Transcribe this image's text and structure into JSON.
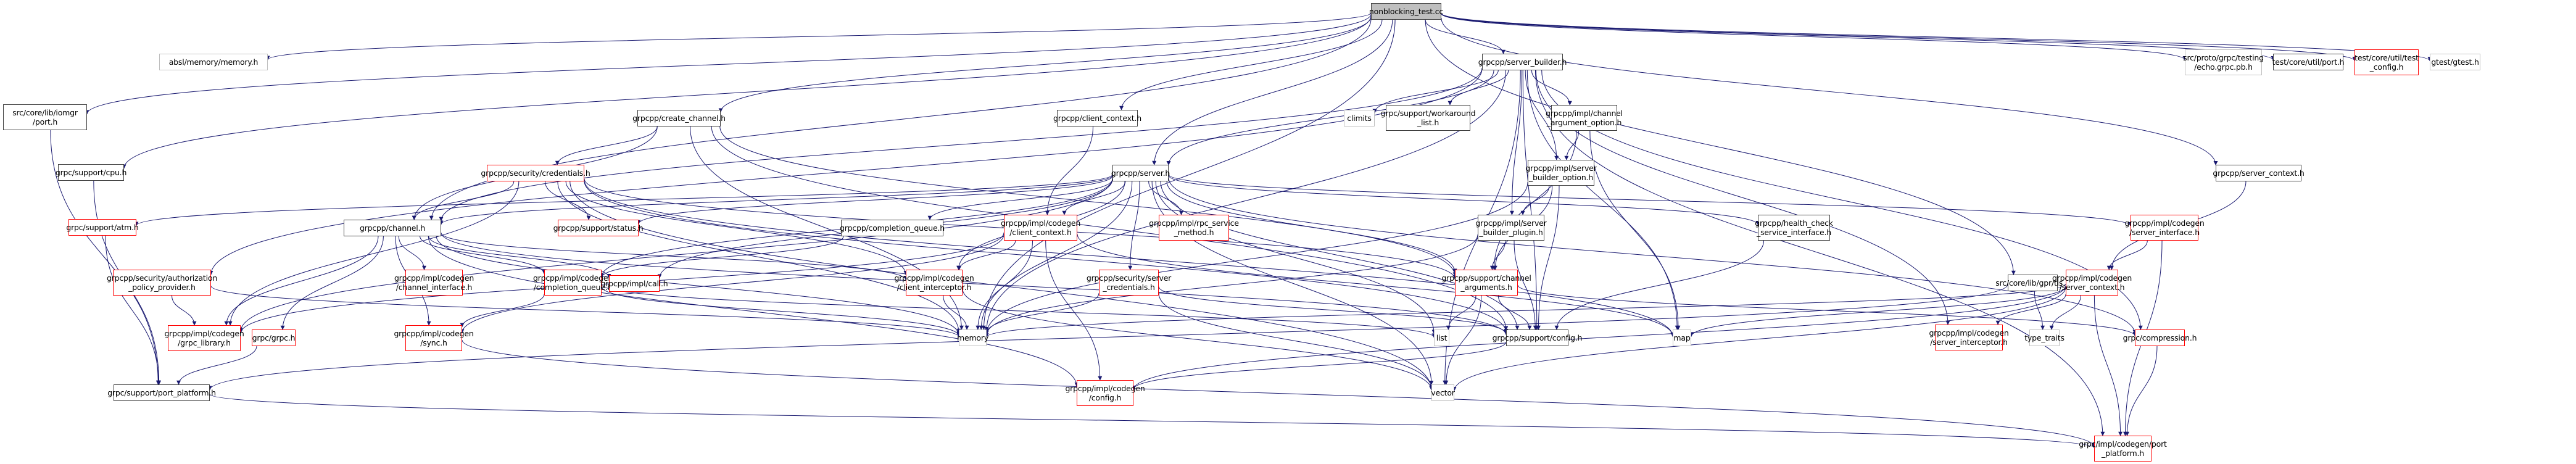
{
  "diagram": {
    "title": "nonblocking_test.cc",
    "edge_color": "#191970",
    "legend_styles": {
      "root": {
        "fill": "#bfbfbf",
        "border": "#404040"
      },
      "documented": {
        "fill": "#ffffff",
        "border": "#404040"
      },
      "truncated": {
        "fill": "#ffffff",
        "border": "#ff0000"
      },
      "undocumented": {
        "fill": "#ffffff",
        "border": "#bfbfbf"
      }
    },
    "nodes": [
      {
        "id": "root",
        "label": "nonblocking_test.cc",
        "kind": "root"
      },
      {
        "id": "absl_memory",
        "label": "absl/memory/memory.h",
        "kind": "missing"
      },
      {
        "id": "iomgr_port",
        "label": "src/core/lib/iomgr\n/port.h",
        "kind": "doc"
      },
      {
        "id": "create_channel",
        "label": "grpcpp/create_channel.h",
        "kind": "doc"
      },
      {
        "id": "client_context",
        "label": "grpcpp/client_context.h",
        "kind": "doc"
      },
      {
        "id": "server_builder",
        "label": "grpcpp/server_builder.h",
        "kind": "doc"
      },
      {
        "id": "echo_pb",
        "label": "src/proto/grpc/testing\n/echo.grpc.pb.h",
        "kind": "missing"
      },
      {
        "id": "test_port",
        "label": "test/core/util/port.h",
        "kind": "doc"
      },
      {
        "id": "test_config",
        "label": "test/core/util/test\n_config.h",
        "kind": "trunc"
      },
      {
        "id": "gtest",
        "label": "gtest/gtest.h",
        "kind": "missing"
      },
      {
        "id": "climits",
        "label": "climits",
        "kind": "missing"
      },
      {
        "id": "workaround_list",
        "label": "grpc/support/workaround\n_list.h",
        "kind": "doc"
      },
      {
        "id": "channel_argument_option",
        "label": "grpcpp/impl/channel\n_argument_option.h",
        "kind": "doc"
      },
      {
        "id": "cpu",
        "label": "grpc/support/cpu.h",
        "kind": "doc"
      },
      {
        "id": "credentials",
        "label": "grpcpp/security/credentials.h",
        "kind": "trunc"
      },
      {
        "id": "server",
        "label": "grpcpp/server.h",
        "kind": "doc"
      },
      {
        "id": "server_builder_option",
        "label": "grpcpp/impl/server\n_builder_option.h",
        "kind": "doc"
      },
      {
        "id": "server_context",
        "label": "grpcpp/server_context.h",
        "kind": "doc"
      },
      {
        "id": "atm",
        "label": "grpc/support/atm.h",
        "kind": "trunc"
      },
      {
        "id": "channel",
        "label": "grpcpp/channel.h",
        "kind": "doc"
      },
      {
        "id": "status",
        "label": "grpcpp/support/status.h",
        "kind": "trunc"
      },
      {
        "id": "completion_queue",
        "label": "grpcpp/completion_queue.h",
        "kind": "doc"
      },
      {
        "id": "codegen_client_context",
        "label": "grpcpp/impl/codegen\n/client_context.h",
        "kind": "trunc"
      },
      {
        "id": "rpc_service_method",
        "label": "grpcpp/impl/rpc_service\n_method.h",
        "kind": "trunc"
      },
      {
        "id": "server_builder_plugin",
        "label": "grpcpp/impl/server\n_builder_plugin.h",
        "kind": "doc"
      },
      {
        "id": "health_check",
        "label": "grpcpp/health_check\n_service_interface.h",
        "kind": "doc"
      },
      {
        "id": "server_interface",
        "label": "grpcpp/impl/codegen\n/server_interface.h",
        "kind": "trunc"
      },
      {
        "id": "authz_policy",
        "label": "grpcpp/security/authorization\n_policy_provider.h",
        "kind": "trunc"
      },
      {
        "id": "channel_interface",
        "label": "grpcpp/impl/codegen\n/channel_interface.h",
        "kind": "trunc"
      },
      {
        "id": "codegen_completion_queue",
        "label": "grpcpp/impl/codegen\n/completion_queue.h",
        "kind": "trunc"
      },
      {
        "id": "call",
        "label": "grpcpp/impl/call.h",
        "kind": "trunc"
      },
      {
        "id": "client_interceptor",
        "label": "grpcpp/impl/codegen\n/client_interceptor.h",
        "kind": "trunc"
      },
      {
        "id": "server_credentials",
        "label": "grpcpp/security/server\n_credentials.h",
        "kind": "trunc"
      },
      {
        "id": "channel_arguments",
        "label": "grpcpp/support/channel\n_arguments.h",
        "kind": "trunc"
      },
      {
        "id": "gpr_tls",
        "label": "src/core/lib/gpr/tls.h",
        "kind": "doc"
      },
      {
        "id": "codegen_server_context",
        "label": "grpcpp/impl/codegen\n/server_context.h",
        "kind": "trunc"
      },
      {
        "id": "grpc_library",
        "label": "grpcpp/impl/codegen\n/grpc_library.h",
        "kind": "trunc"
      },
      {
        "id": "grpc_h",
        "label": "grpc/grpc.h",
        "kind": "trunc"
      },
      {
        "id": "sync",
        "label": "grpcpp/impl/codegen\n/sync.h",
        "kind": "trunc"
      },
      {
        "id": "memory",
        "label": "memory",
        "kind": "missing"
      },
      {
        "id": "list",
        "label": "list",
        "kind": "missing"
      },
      {
        "id": "support_config",
        "label": "grpcpp/support/config.h",
        "kind": "doc"
      },
      {
        "id": "map",
        "label": "map",
        "kind": "missing"
      },
      {
        "id": "server_interceptor",
        "label": "grpcpp/impl/codegen\n/server_interceptor.h",
        "kind": "trunc"
      },
      {
        "id": "type_traits",
        "label": "type_traits",
        "kind": "missing"
      },
      {
        "id": "compression",
        "label": "grpc/compression.h",
        "kind": "trunc"
      },
      {
        "id": "port_platform",
        "label": "grpc/support/port_platform.h",
        "kind": "doc"
      },
      {
        "id": "codegen_config",
        "label": "grpcpp/impl/codegen\n/config.h",
        "kind": "trunc"
      },
      {
        "id": "vector",
        "label": "vector",
        "kind": "missing"
      },
      {
        "id": "codegen_port_platform",
        "label": "grpc/impl/codegen/port\n_platform.h",
        "kind": "trunc"
      }
    ],
    "edges": [
      [
        "root",
        "iomgr_port"
      ],
      [
        "root",
        "absl_memory"
      ],
      [
        "root",
        "create_channel"
      ],
      [
        "root",
        "client_context"
      ],
      [
        "root",
        "server_builder"
      ],
      [
        "root",
        "echo_pb"
      ],
      [
        "root",
        "test_port"
      ],
      [
        "root",
        "test_config"
      ],
      [
        "root",
        "gtest"
      ],
      [
        "root",
        "channel"
      ],
      [
        "root",
        "server"
      ],
      [
        "root",
        "memory"
      ],
      [
        "root",
        "cpu"
      ],
      [
        "root",
        "gpr_tls"
      ],
      [
        "root",
        "server_context"
      ],
      [
        "iomgr_port",
        "port_platform"
      ],
      [
        "cpu",
        "port_platform"
      ],
      [
        "atm",
        "port_platform"
      ],
      [
        "create_channel",
        "credentials"
      ],
      [
        "create_channel",
        "channel"
      ],
      [
        "create_channel",
        "memory"
      ],
      [
        "create_channel",
        "channel_arguments"
      ],
      [
        "create_channel",
        "support_config"
      ],
      [
        "client_context",
        "codegen_client_context"
      ],
      [
        "server_builder",
        "climits"
      ],
      [
        "server_builder",
        "workaround_list"
      ],
      [
        "server_builder",
        "channel_argument_option"
      ],
      [
        "server_builder",
        "server"
      ],
      [
        "server_builder",
        "server_builder_option"
      ],
      [
        "server_builder",
        "server_builder_plugin"
      ],
      [
        "server_builder",
        "authz_policy"
      ],
      [
        "server_builder",
        "map"
      ],
      [
        "server_builder",
        "vector"
      ],
      [
        "server_builder",
        "memory"
      ],
      [
        "server_builder",
        "server_interceptor"
      ],
      [
        "server_builder",
        "support_config"
      ],
      [
        "server_builder",
        "compression"
      ],
      [
        "server_builder",
        "codegen_port_platform"
      ],
      [
        "server_builder",
        "channel"
      ],
      [
        "channel_argument_option",
        "server_builder_option"
      ],
      [
        "channel_argument_option",
        "channel_arguments"
      ],
      [
        "channel_argument_option",
        "map"
      ],
      [
        "server_builder_option",
        "server_builder_plugin"
      ],
      [
        "server_builder_option",
        "channel_arguments"
      ],
      [
        "server_builder_option",
        "memory"
      ],
      [
        "server_builder_option",
        "support_config"
      ],
      [
        "server_builder_plugin",
        "channel_arguments"
      ],
      [
        "server_builder_plugin",
        "memory"
      ],
      [
        "server_builder_plugin",
        "support_config"
      ],
      [
        "credentials",
        "channel"
      ],
      [
        "credentials",
        "status"
      ],
      [
        "credentials",
        "memory"
      ],
      [
        "credentials",
        "map"
      ],
      [
        "credentials",
        "grpc_library"
      ],
      [
        "credentials",
        "client_interceptor"
      ],
      [
        "credentials",
        "support_config"
      ],
      [
        "credentials",
        "vector"
      ],
      [
        "credentials",
        "channel_arguments"
      ],
      [
        "server",
        "atm"
      ],
      [
        "server",
        "channel"
      ],
      [
        "server",
        "status"
      ],
      [
        "server",
        "completion_queue"
      ],
      [
        "server",
        "codegen_client_context"
      ],
      [
        "server",
        "rpc_service_method"
      ],
      [
        "server",
        "health_check"
      ],
      [
        "server",
        "server_interface"
      ],
      [
        "server",
        "codegen_completion_queue"
      ],
      [
        "server",
        "call"
      ],
      [
        "server",
        "client_interceptor"
      ],
      [
        "server",
        "server_credentials"
      ],
      [
        "server",
        "channel_arguments"
      ],
      [
        "server",
        "memory"
      ],
      [
        "server",
        "list"
      ],
      [
        "server",
        "support_config"
      ],
      [
        "server",
        "vector"
      ],
      [
        "server",
        "compression"
      ],
      [
        "server",
        "grpc_library"
      ],
      [
        "server_context",
        "codegen_server_context"
      ],
      [
        "channel",
        "channel_interface"
      ],
      [
        "channel",
        "codegen_completion_queue"
      ],
      [
        "channel",
        "call"
      ],
      [
        "channel",
        "client_interceptor"
      ],
      [
        "channel",
        "grpc_library"
      ],
      [
        "channel",
        "grpc_h"
      ],
      [
        "channel",
        "sync"
      ],
      [
        "channel",
        "memory"
      ],
      [
        "channel",
        "support_config"
      ],
      [
        "channel",
        "codegen_config"
      ],
      [
        "completion_queue",
        "codegen_completion_queue"
      ],
      [
        "codegen_client_context",
        "client_interceptor"
      ],
      [
        "codegen_client_context",
        "memory"
      ],
      [
        "codegen_client_context",
        "codegen_config"
      ],
      [
        "codegen_client_context",
        "map"
      ],
      [
        "codegen_client_context",
        "sync"
      ],
      [
        "codegen_client_context",
        "grpc_library"
      ],
      [
        "health_check",
        "support_config"
      ],
      [
        "server_interface",
        "codegen_server_context"
      ],
      [
        "server_interface",
        "codegen_port_platform"
      ],
      [
        "authz_policy",
        "grpc_library"
      ],
      [
        "authz_policy",
        "memory"
      ],
      [
        "codegen_completion_queue",
        "sync"
      ],
      [
        "codegen_completion_queue",
        "memory"
      ],
      [
        "codegen_completion_queue",
        "list"
      ],
      [
        "client_interceptor",
        "memory"
      ],
      [
        "client_interceptor",
        "vector"
      ],
      [
        "server_credentials",
        "memory"
      ],
      [
        "server_credentials",
        "vector"
      ],
      [
        "server_credentials",
        "support_config"
      ],
      [
        "channel_arguments",
        "list"
      ],
      [
        "channel_arguments",
        "vector"
      ],
      [
        "channel_arguments",
        "support_config"
      ],
      [
        "channel_arguments",
        "compression"
      ],
      [
        "gpr_tls",
        "type_traits"
      ],
      [
        "gpr_tls",
        "port_platform"
      ],
      [
        "codegen_server_context",
        "server_interceptor"
      ],
      [
        "codegen_server_context",
        "type_traits"
      ],
      [
        "codegen_server_context",
        "map"
      ],
      [
        "codegen_server_context",
        "memory"
      ],
      [
        "codegen_server_context",
        "vector"
      ],
      [
        "codegen_server_context",
        "codegen_port_platform"
      ],
      [
        "codegen_server_context",
        "codegen_config"
      ],
      [
        "grpc_h",
        "port_platform"
      ],
      [
        "sync",
        "codegen_port_platform"
      ],
      [
        "support_config",
        "codegen_config"
      ],
      [
        "compression",
        "codegen_port_platform"
      ],
      [
        "port_platform",
        "codegen_port_platform"
      ]
    ]
  }
}
